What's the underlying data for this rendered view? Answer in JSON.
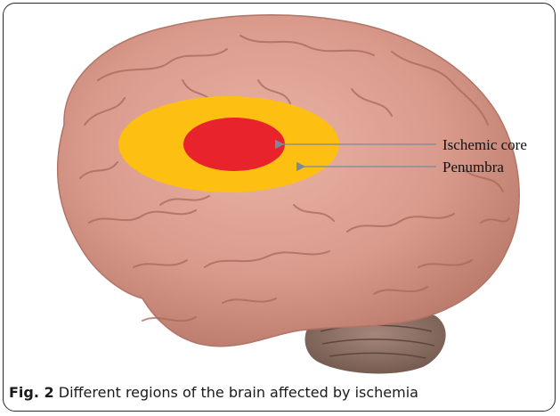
{
  "figure": {
    "labels": [
      {
        "key": "core",
        "text": "Ischemic core"
      },
      {
        "key": "penumbra",
        "text": "Penumbra"
      }
    ],
    "colors": {
      "core": "#e8232b",
      "penumbra": "#fdbf12",
      "brain": "#d99a8c",
      "cerebellum": "#8c6f64",
      "arrow": "#7a8a99"
    }
  },
  "caption": {
    "figure_number": "Fig. 2",
    "text": "Different regions of the brain affected by ischemia"
  }
}
